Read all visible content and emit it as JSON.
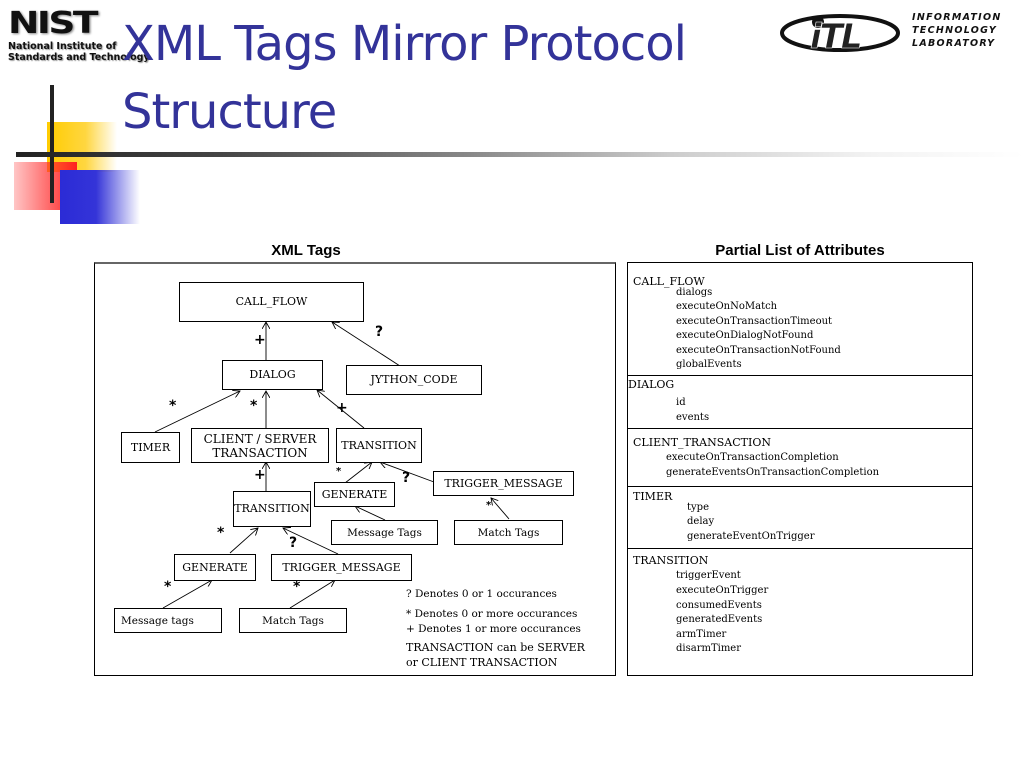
{
  "header": {
    "title_line1": "XML Tags Mirror Protocol",
    "title_line2": "Structure",
    "nist_logo": {
      "wordmark": "NIST",
      "line1": "National Institute of",
      "line2": "Standards and Technology"
    },
    "itl_logo": {
      "mark": "iTL",
      "line1": "INFORMATION",
      "line2": "TECHNOLOGY",
      "line3": "LABORATORY"
    },
    "title_color": "#333399"
  },
  "diagram": {
    "heading": "XML Tags",
    "nodes": {
      "call_flow": "CALL_FLOW",
      "dialog": "DIALOG",
      "jython_code": "JYTHON_CODE",
      "timer": "TIMER",
      "client_server_transaction_line1": "CLIENT / SERVER",
      "client_server_transaction_line2": "TRANSACTION",
      "dialog_transition": "TRANSITION",
      "dialog_generate": "GENERATE",
      "dialog_trigger_message": "TRIGGER_MESSAGE",
      "dialog_message_tags": "Message Tags",
      "dialog_match_tags": "Match Tags",
      "txn_transition": "TRANSITION",
      "txn_generate": "GENERATE",
      "txn_trigger_message": "TRIGGER_MESSAGE",
      "txn_message_tags": "Message tags",
      "txn_match_tags": "Match Tags"
    },
    "edges": [
      {
        "from": "dialog",
        "to": "call_flow",
        "cardinality": "+"
      },
      {
        "from": "jython_code",
        "to": "call_flow",
        "cardinality": "?"
      },
      {
        "from": "timer",
        "to": "dialog",
        "cardinality": "*"
      },
      {
        "from": "client_server_transaction",
        "to": "dialog",
        "cardinality": "*"
      },
      {
        "from": "dialog_transition",
        "to": "dialog",
        "cardinality": "+"
      },
      {
        "from": "dialog_generate",
        "to": "dialog_transition",
        "cardinality": "*"
      },
      {
        "from": "dialog_trigger_message",
        "to": "dialog_transition",
        "cardinality": "?"
      },
      {
        "from": "dialog_message_tags",
        "to": "dialog_generate",
        "cardinality": ""
      },
      {
        "from": "dialog_match_tags",
        "to": "dialog_trigger_message",
        "cardinality": "*"
      },
      {
        "from": "txn_transition",
        "to": "client_server_transaction",
        "cardinality": "+"
      },
      {
        "from": "txn_generate",
        "to": "txn_transition",
        "cardinality": "*"
      },
      {
        "from": "txn_trigger_message",
        "to": "txn_transition",
        "cardinality": "?"
      },
      {
        "from": "txn_message_tags",
        "to": "txn_generate",
        "cardinality": "*"
      },
      {
        "from": "txn_match_tags",
        "to": "txn_trigger_message",
        "cardinality": "*"
      }
    ],
    "marks": {
      "plus": "+",
      "star": "*",
      "question": "?"
    },
    "legend": [
      "? Denotes 0 or 1 occurances",
      "* Denotes 0 or more occurances",
      "+ Denotes 1 or more occurances"
    ],
    "note_line1": "TRANSACTION can be SERVER",
    "note_line2": "or CLIENT TRANSACTION"
  },
  "attributes": {
    "heading": "Partial List of Attributes",
    "sections": [
      {
        "name": "CALL_FLOW",
        "items": [
          "dialogs",
          "executeOnNoMatch",
          "executeOnTransactionTimeout",
          "executeOnDialogNotFound",
          "executeOnTransactionNotFound",
          "globalEvents"
        ]
      },
      {
        "name": "DIALOG",
        "items": [
          "id",
          "events"
        ]
      },
      {
        "name": "CLIENT_TRANSACTION",
        "items": [
          "executeOnTransactionCompletion",
          "generateEventsOnTransactionCompletion"
        ]
      },
      {
        "name": "TIMER",
        "items": [
          "type",
          "delay",
          "generateEventOnTrigger"
        ]
      },
      {
        "name": "TRANSITION",
        "items": [
          "triggerEvent",
          "executeOnTrigger",
          "consumedEvents",
          "generatedEvents",
          "armTimer",
          "disarmTimer"
        ]
      }
    ]
  }
}
